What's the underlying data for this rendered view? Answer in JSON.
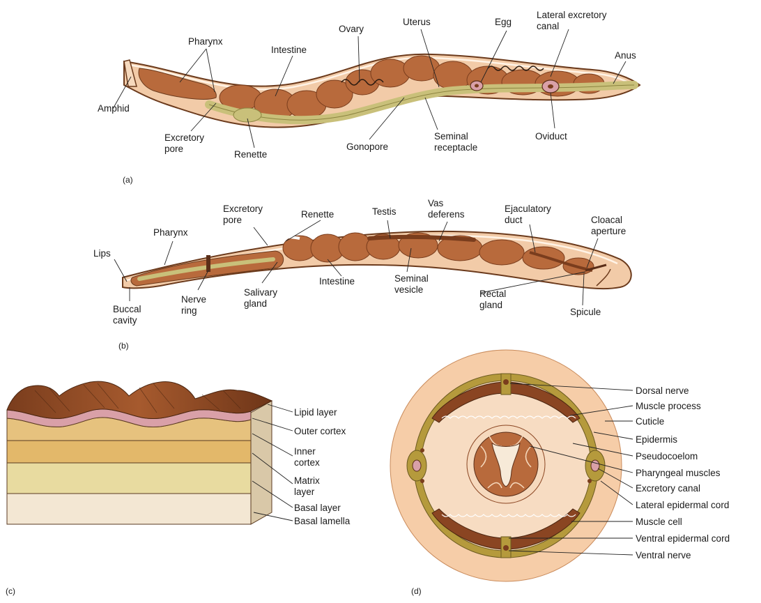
{
  "panels": {
    "a": {
      "tag": "(a)",
      "labels": {
        "pharynx": "Pharynx",
        "intestine": "Intestine",
        "ovary": "Ovary",
        "uterus": "Uterus",
        "egg": "Egg",
        "lateral_excretory_canal_1": "Lateral excretory",
        "lateral_excretory_canal_2": "canal",
        "anus": "Anus",
        "amphid": "Amphid",
        "excretory_pore_1": "Excretory",
        "excretory_pore_2": "pore",
        "renette": "Renette",
        "gonopore": "Gonopore",
        "seminal_receptacle_1": "Seminal",
        "seminal_receptacle_2": "receptacle",
        "oviduct": "Oviduct"
      }
    },
    "b": {
      "tag": "(b)",
      "labels": {
        "excretory_pore_1": "Excretory",
        "excretory_pore_2": "pore",
        "renette": "Renette",
        "testis": "Testis",
        "vas_deferens_1": "Vas",
        "vas_deferens_2": "deferens",
        "ejaculatory_duct_1": "Ejaculatory",
        "ejaculatory_duct_2": "duct",
        "cloacal_aperture_1": "Cloacal",
        "cloacal_aperture_2": "aperture",
        "pharynx": "Pharynx",
        "lips": "Lips",
        "buccal_cavity_1": "Buccal",
        "buccal_cavity_2": "cavity",
        "nerve_ring_1": "Nerve",
        "nerve_ring_2": "ring",
        "salivary_gland_1": "Salivary",
        "salivary_gland_2": "gland",
        "intestine": "Intestine",
        "seminal_vesicle_1": "Seminal",
        "seminal_vesicle_2": "vesicle",
        "rectal_gland_1": "Rectal",
        "rectal_gland_2": "gland",
        "spicule": "Spicule"
      }
    },
    "c": {
      "tag": "(c)",
      "labels": {
        "lipid_layer": "Lipid layer",
        "outer_cortex": "Outer cortex",
        "inner_cortex_1": "Inner",
        "inner_cortex_2": "cortex",
        "matrix_layer_1": "Matrix",
        "matrix_layer_2": "layer",
        "basal_layer": "Basal layer",
        "basal_lamella": "Basal lamella"
      }
    },
    "d": {
      "tag": "(d)",
      "labels": {
        "dorsal_nerve": "Dorsal nerve",
        "muscle_process": "Muscle process",
        "cuticle": "Cuticle",
        "epidermis": "Epidermis",
        "pseudocoelom": "Pseudocoelom",
        "pharyngeal_muscles": "Pharyngeal muscles",
        "excretory_canal": "Excretory canal",
        "lateral_epidermal_cord": "Lateral epidermal cord",
        "muscle_cell": "Muscle cell",
        "ventral_epidermal_cord": "Ventral epidermal cord",
        "ventral_nerve": "Ventral nerve"
      }
    }
  },
  "colors": {
    "body_fill": "#f2cba8",
    "body_outline": "#6b3a1c",
    "intestine": "#b86a3c",
    "intestine_dark": "#8a4522",
    "olive": "#c9c07a",
    "olive_dark": "#8c8440",
    "cuticle_ring": "#f6cda8",
    "epidermis_ring": "#b59a3c",
    "pseudocoelom": "#f7dcc2",
    "pink": "#d9a0a8"
  }
}
